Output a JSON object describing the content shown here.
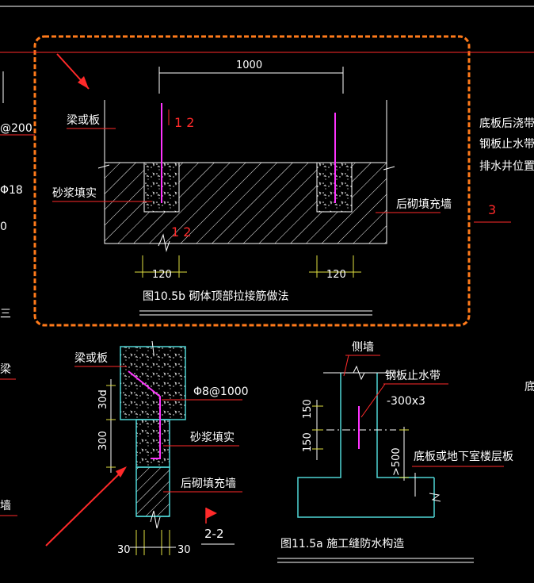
{
  "colors": {
    "background": "#000000",
    "cloud": "#ff7a1a",
    "red": "#ff2a2a",
    "cyan": "#4fd6d6",
    "magenta": "#ff33ff",
    "white": "#ffffff",
    "yellow": "#e0e040"
  },
  "left_edge": {
    "t1": "@200",
    "t2": "Φ18",
    "t3": "0",
    "t4": "三",
    "t5": "梁",
    "t6": "墙"
  },
  "right_edge": {
    "t1": "底板后浇带",
    "t2": "钢板止水带 -",
    "t3": "排水井位置保留",
    "t4": "3",
    "t5": "底"
  },
  "detail_10_5b": {
    "dim_top": "1000",
    "label_beam": "梁或板",
    "label_mortar": "砂浆填实",
    "label_wall": "后砌填充墙",
    "section_mark_top": "1 2",
    "section_mark_bottom": "1 2",
    "dim_left": "120",
    "dim_right": "120",
    "caption": "图10.5b  砌体顶部拉接筋做法"
  },
  "section_2_2": {
    "label_beam": "梁或板",
    "rebar": "Φ8@1000",
    "dim_30d": "30d",
    "dim_300": "300",
    "label_mortar": "砂浆填实",
    "label_wall": "后砌填充墙",
    "dim_bottom_left": "30",
    "dim_bottom_right": "30",
    "section_title": "2-2"
  },
  "detail_11_5a": {
    "label_side_wall": "侧墙",
    "label_waterstop": "钢板止水带",
    "spec": "-300x3",
    "dim_150_top": "150",
    "dim_150_bottom": "150",
    "dim_500": ">500",
    "label_floor": "底板或地下室楼层板",
    "caption": "图11.5a  施工缝防水构造"
  }
}
